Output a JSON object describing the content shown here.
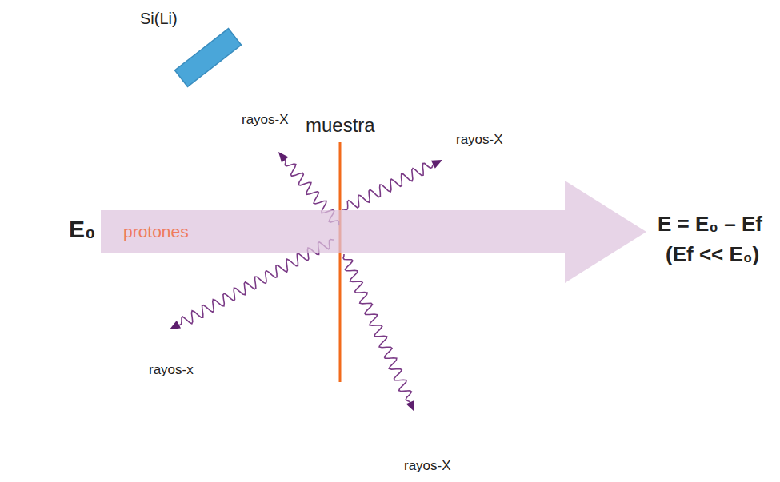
{
  "diagram": {
    "nodes": [
      {
        "text": [
          "protones"
        ]
      }
    ],
    "labels": [
      "Si(Li)",
      "rayos-X",
      "muestra",
      "rayos-X",
      "E₀",
      "E = E₀ – Ef",
      "(Ef << E₀)",
      "rayos-x",
      "rayos-X"
    ]
  }
}
